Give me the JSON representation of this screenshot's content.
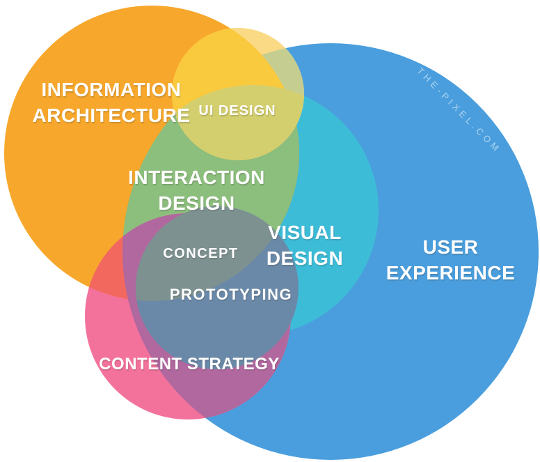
{
  "diagram": {
    "watermark": "THE-PIXEL.COM",
    "background": "#FFFFFF",
    "sets": {
      "information_architecture": {
        "label": "INFORMATION ARCHITECTURE",
        "color": "#F7A72B"
      },
      "ui_design": {
        "label": "UI DESIGN",
        "color": "#FBDA85"
      },
      "user_experience": {
        "label": "USER EXPERIENCE",
        "color": "#4A9EDD"
      },
      "visual_design": {
        "label": "VISUAL DESIGN",
        "color": "#3DBCD8"
      },
      "content_strategy": {
        "label": "CONTENT STRATEGY",
        "color": "#F3729B"
      }
    },
    "overlaps": {
      "interaction_design": {
        "label": "INTERACTION DESIGN",
        "color": "#8CBE7D",
        "between": "INFORMATION ARCHITECTURE + USER EXPERIENCE"
      },
      "concept": {
        "label": "CONCEPT",
        "color": "#7E9191"
      },
      "prototyping": {
        "label": "PROTOTYPING",
        "color": "#6A89A8"
      },
      "ui_over_ia": {
        "color": "#F9C93E"
      },
      "ui_over_ux": {
        "color": "#C5CD90"
      },
      "ui_over_visual": {
        "color": "#D4CF6E"
      },
      "cs_over_ia": {
        "color": "#F2685F"
      },
      "cs_over_ux": {
        "color": "#B1689F"
      }
    }
  }
}
